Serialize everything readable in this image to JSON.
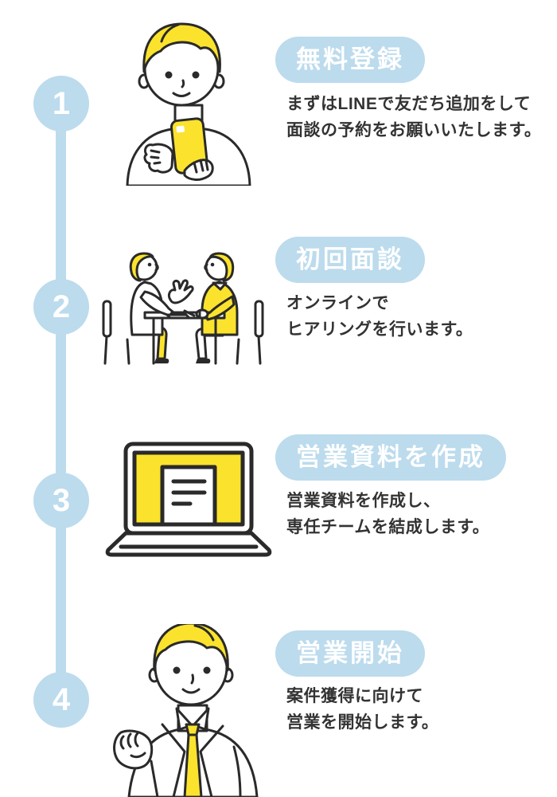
{
  "colors": {
    "badge_blue": "#BCDBED",
    "accent_yellow": "#FBE32D",
    "outline_dark": "#2A2A2A",
    "text_dark": "#333333",
    "pill_text": "#FFFFFF",
    "background": "#FFFFFF"
  },
  "timeline": {
    "numbers": [
      "1",
      "2",
      "3",
      "4"
    ]
  },
  "steps": [
    {
      "number": "1",
      "title": "無料登録",
      "description_lines": [
        "まずはLINEで友だち追加をして",
        "面談の予約をお願いいたします。"
      ],
      "illustration": "person-holding-smartphone"
    },
    {
      "number": "2",
      "title": "初回面談",
      "description_lines": [
        "オンラインで",
        "ヒアリングを行います。"
      ],
      "illustration": "two-people-interview-table"
    },
    {
      "number": "3",
      "title": "営業資料を作成",
      "description_lines": [
        "営業資料を作成し、",
        "専任チームを結成します。"
      ],
      "illustration": "laptop-with-document"
    },
    {
      "number": "4",
      "title": "営業開始",
      "description_lines": [
        "案件獲得に向けて",
        "営業を開始します。"
      ],
      "illustration": "businessman-raised-fist"
    }
  ]
}
